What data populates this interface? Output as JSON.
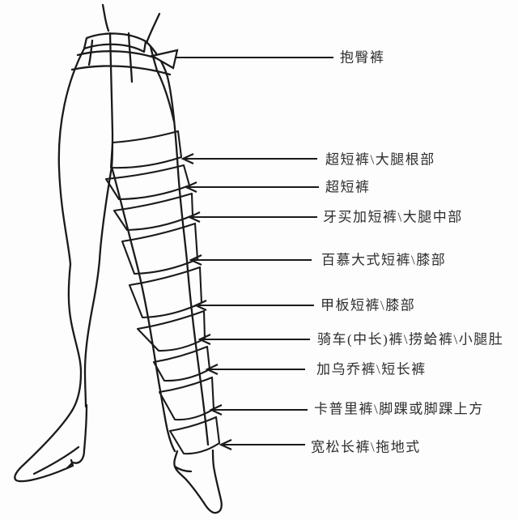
{
  "diagram": {
    "subject": "pants-length-diagram",
    "colors": {
      "ink": "#1a1a1a",
      "background": "#fdfdfd",
      "label_text": "#2e2e2e"
    }
  },
  "labels": [
    {
      "text": "抱臀裤"
    },
    {
      "text": "超短裤\\大腿根部"
    },
    {
      "text": "超短裤"
    },
    {
      "text": "牙买加短裤\\大腿中部"
    },
    {
      "text": "百慕大式短裤\\膝部"
    },
    {
      "text": "甲板短裤\\膝部"
    },
    {
      "text": "骑车(中长)裤\\捞蛤裤\\小腿肚"
    },
    {
      "text": "加乌乔裤\\短长裤"
    },
    {
      "text": "卡普里裤\\脚踝或脚踝上方"
    },
    {
      "text": "宽松长裤\\拖地式"
    }
  ]
}
